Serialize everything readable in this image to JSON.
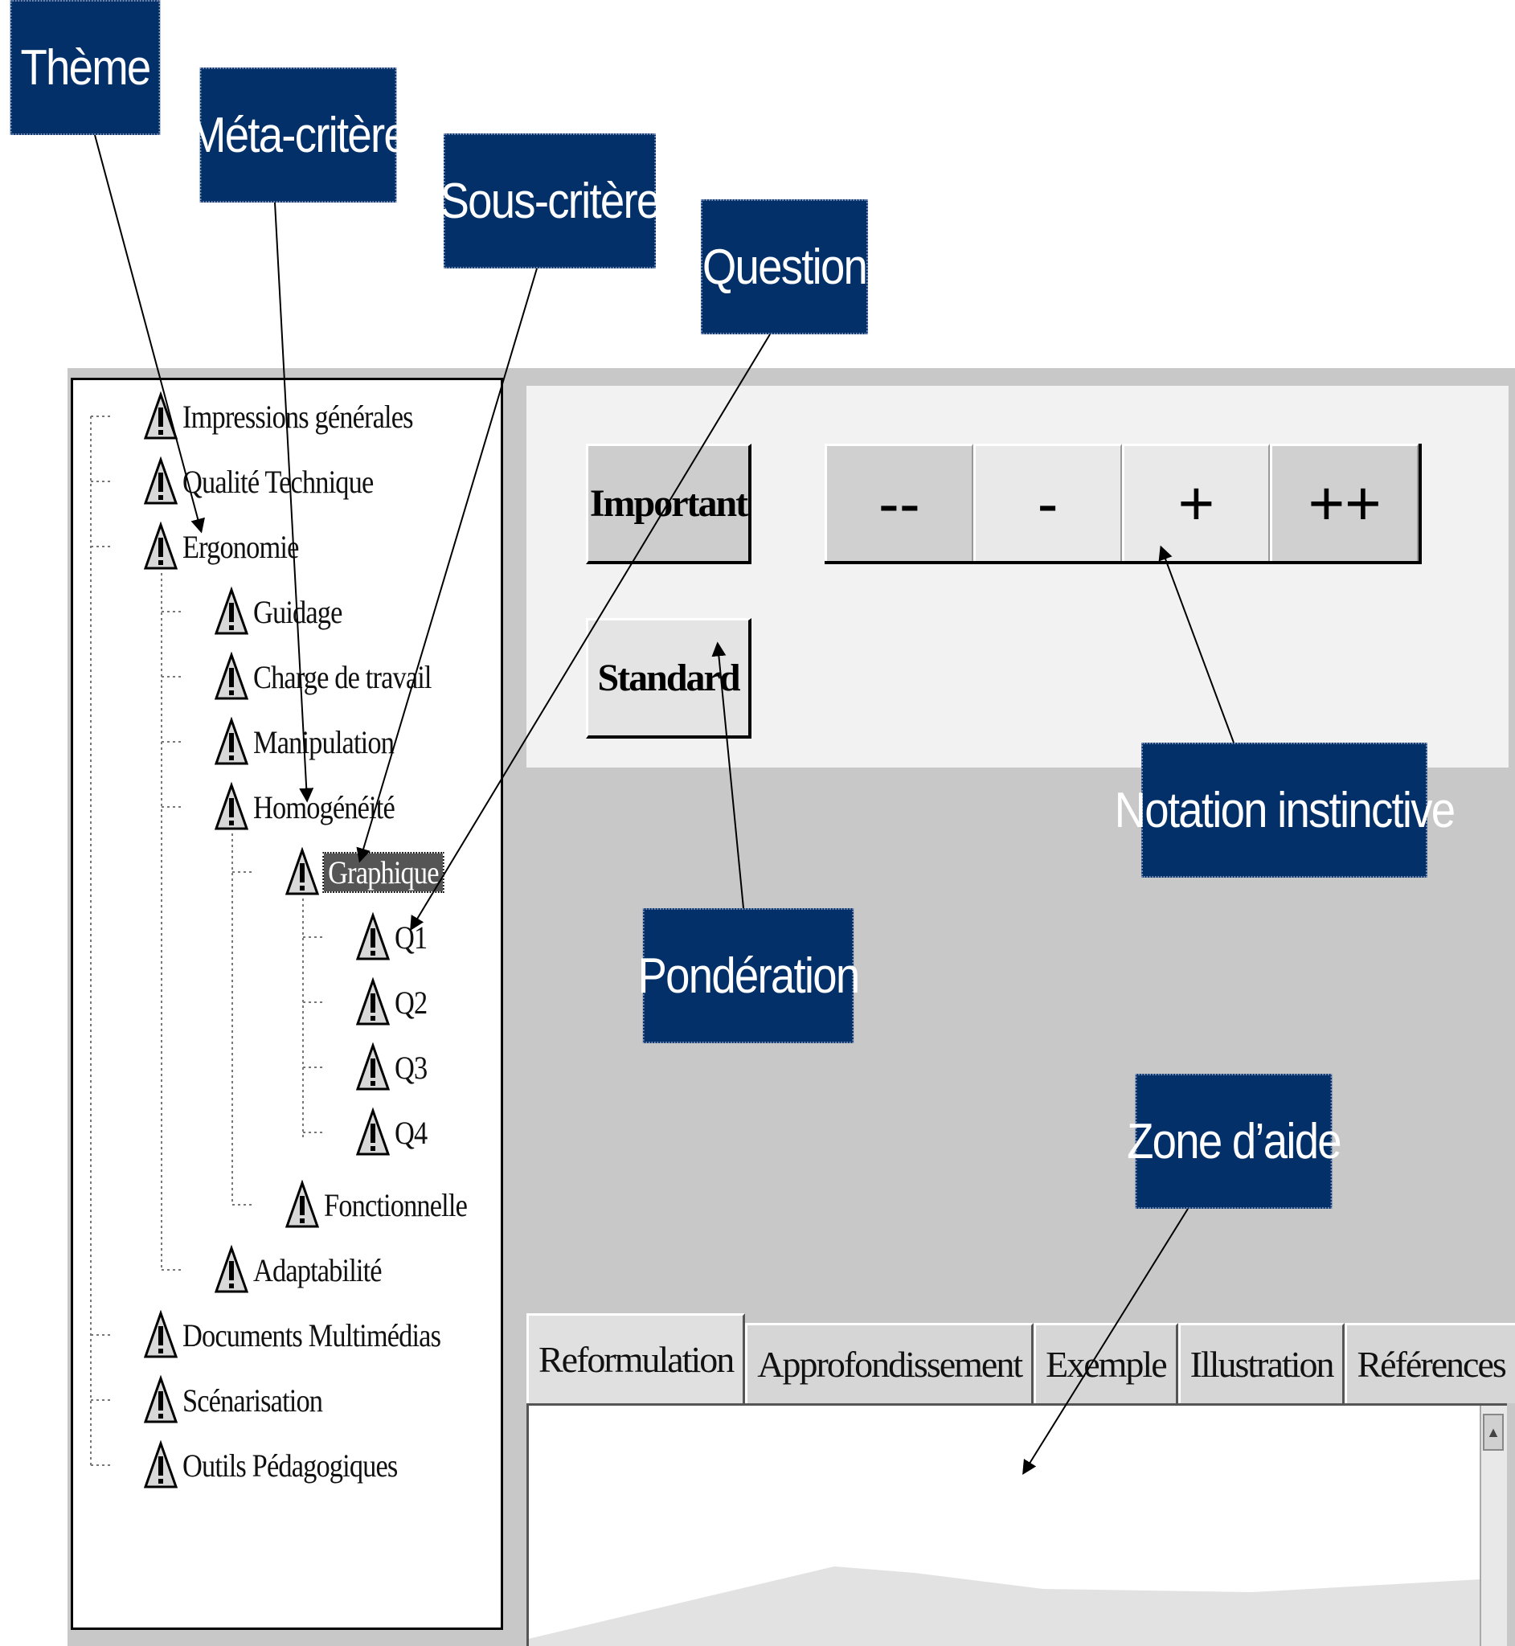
{
  "callouts": {
    "theme": "Thème",
    "meta_critere": "Méta-critère",
    "sous_critere": "Sous-critère",
    "question": "Question",
    "notation_instinctive": "Notation instinctive",
    "ponderation": "Pondération",
    "zone_aide": "Zone d’aide"
  },
  "tree": {
    "items": [
      {
        "label": "Impressions générales"
      },
      {
        "label": "Qualité Technique"
      },
      {
        "label": "Ergonomie"
      },
      {
        "label": "Guidage"
      },
      {
        "label": "Charge de travail"
      },
      {
        "label": "Manipulation"
      },
      {
        "label": "Homogénéité"
      },
      {
        "label": "Graphique"
      },
      {
        "label": "Q1"
      },
      {
        "label": "Q2"
      },
      {
        "label": "Q3"
      },
      {
        "label": "Q4"
      },
      {
        "label": "Fonctionnelle"
      },
      {
        "label": "Adaptabilité"
      },
      {
        "label": "Documents Multimédias"
      },
      {
        "label": "Scénarisation"
      },
      {
        "label": "Outils Pédagogiques"
      }
    ],
    "selected": "Graphique"
  },
  "weighting": {
    "important": "Important",
    "standard": "Standard"
  },
  "notation": {
    "buttons": [
      "--",
      "-",
      "+",
      "++"
    ]
  },
  "help_tabs": [
    "Reformulation",
    "Approfondissement",
    "Exemple",
    "Illustration",
    "Références"
  ],
  "colors": {
    "callout_bg": "#04306a",
    "panel_bg": "#c8c8c8"
  }
}
